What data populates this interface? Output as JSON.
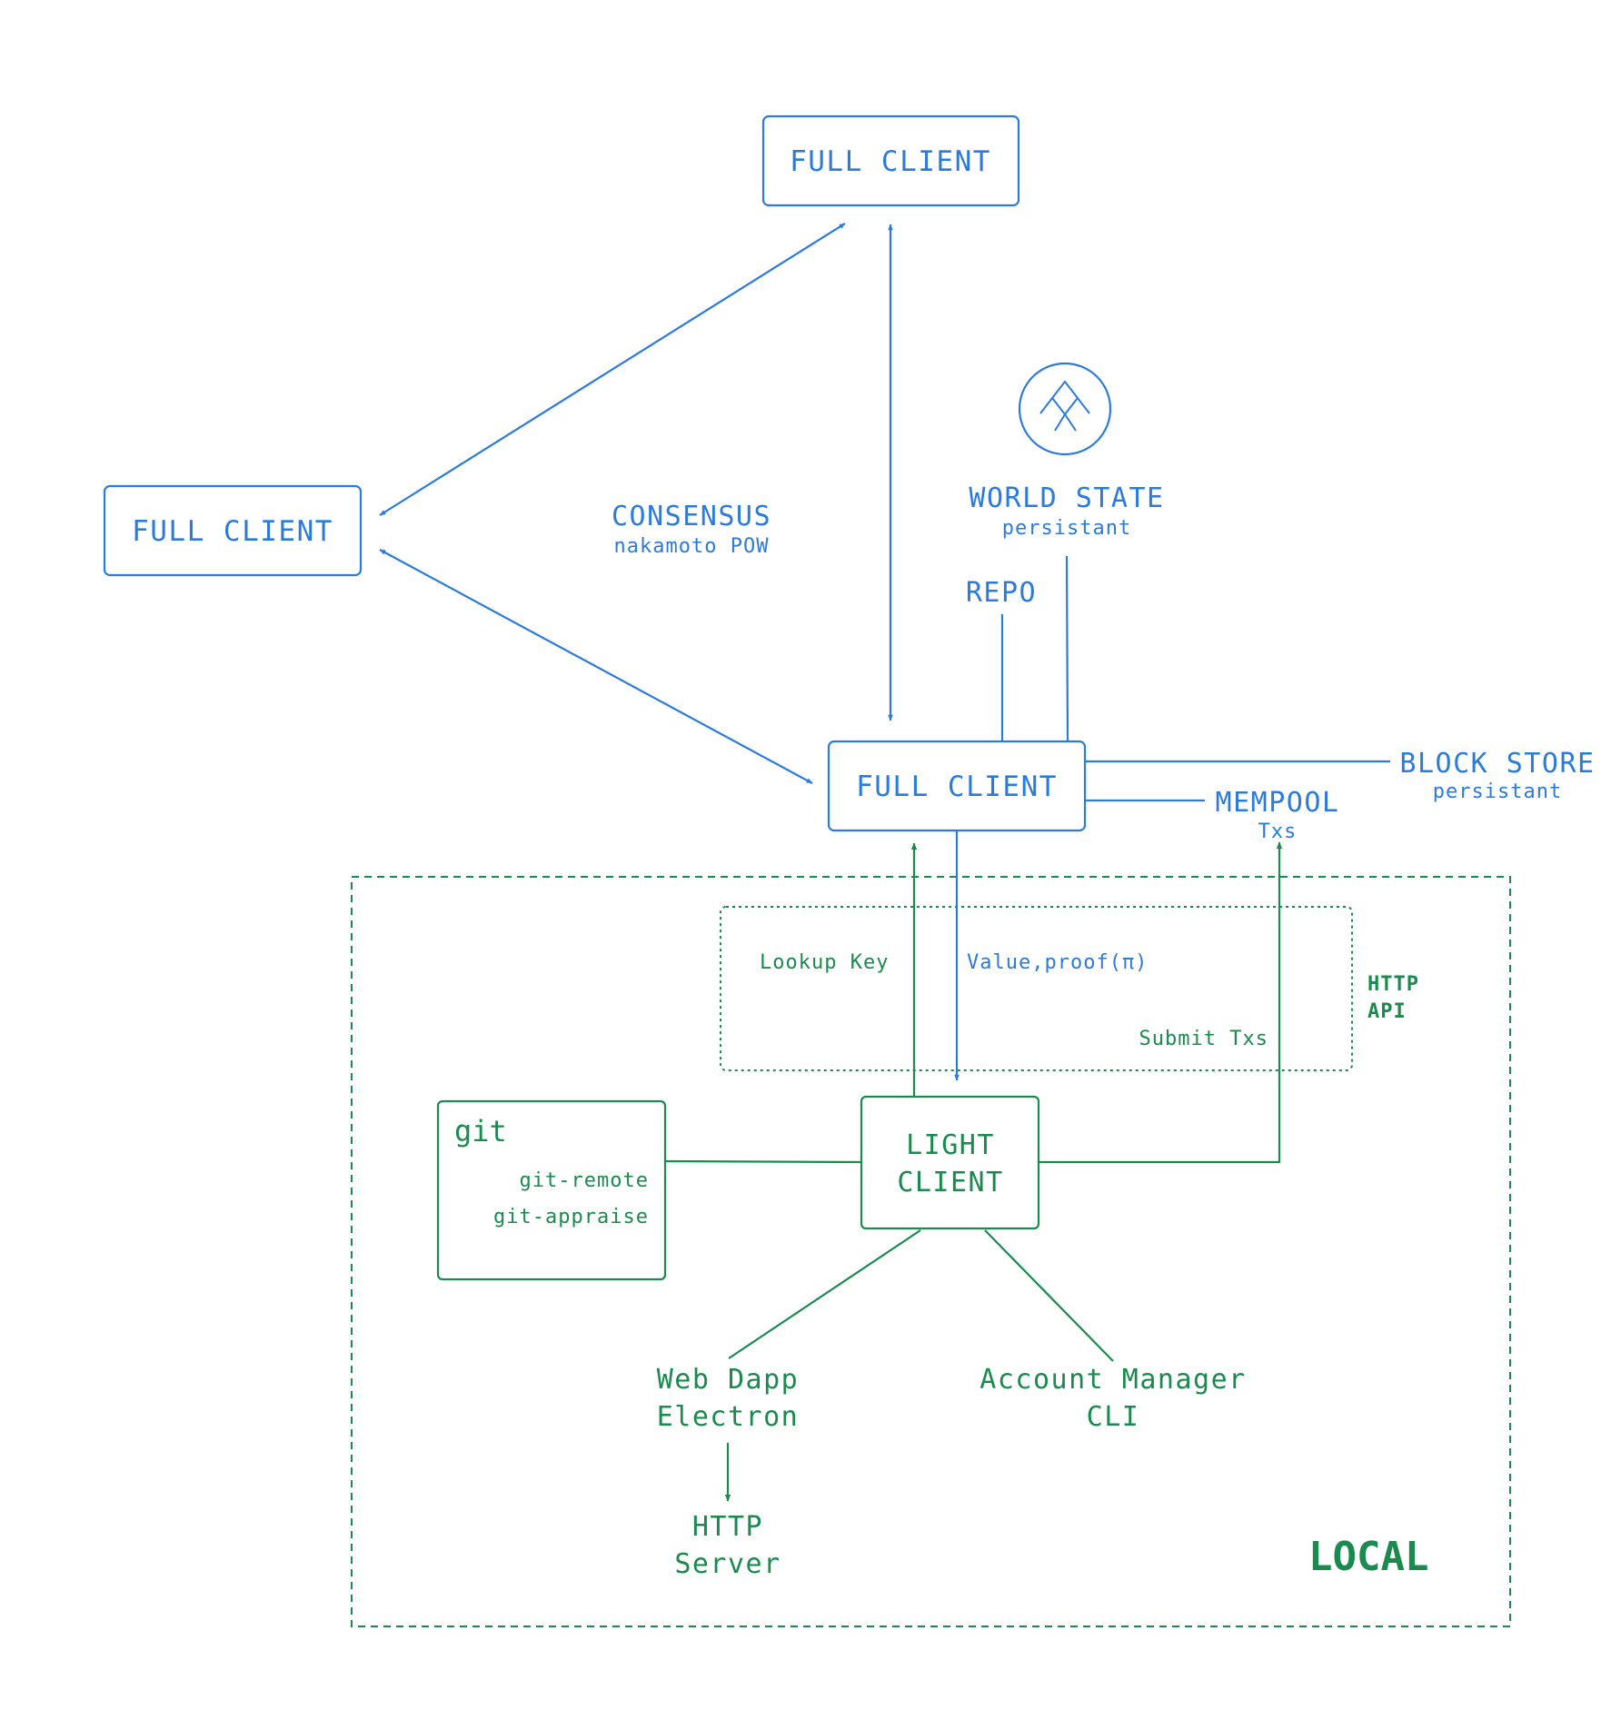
{
  "colors": {
    "network": "#2b7bdb",
    "local": "#1a8a4f"
  },
  "top_client": {
    "label": "FULL CLIENT"
  },
  "left_client": {
    "label": "FULL CLIENT"
  },
  "main_client": {
    "label": "FULL CLIENT"
  },
  "consensus": {
    "title": "CONSENSUS",
    "subtitle": "nakamoto POW"
  },
  "world_state": {
    "icon": "tree-icon",
    "title": "WORLD STATE",
    "subtitle": "persistant"
  },
  "repo": {
    "label": "REPO"
  },
  "block_store": {
    "title": "BLOCK STORE",
    "subtitle": "persistant"
  },
  "mempool": {
    "title": "MEMPOOL",
    "subtitle": "Txs"
  },
  "http_api": {
    "line1": "HTTP",
    "line2": "API",
    "lookup_key": "Lookup Key",
    "value_proof": "Value,proof(π)",
    "submit_txs": "Submit Txs"
  },
  "light_client": {
    "line1": "LIGHT",
    "line2": "CLIENT"
  },
  "git": {
    "title": "git",
    "items": [
      "git-remote",
      "git-appraise"
    ]
  },
  "web_dapp": {
    "line1": "Web Dapp",
    "line2": "Electron"
  },
  "account_manager": {
    "line1": "Account Manager",
    "line2": "CLI"
  },
  "http_server": {
    "line1": "HTTP",
    "line2": "Server"
  },
  "local": {
    "label": "LOCAL"
  }
}
